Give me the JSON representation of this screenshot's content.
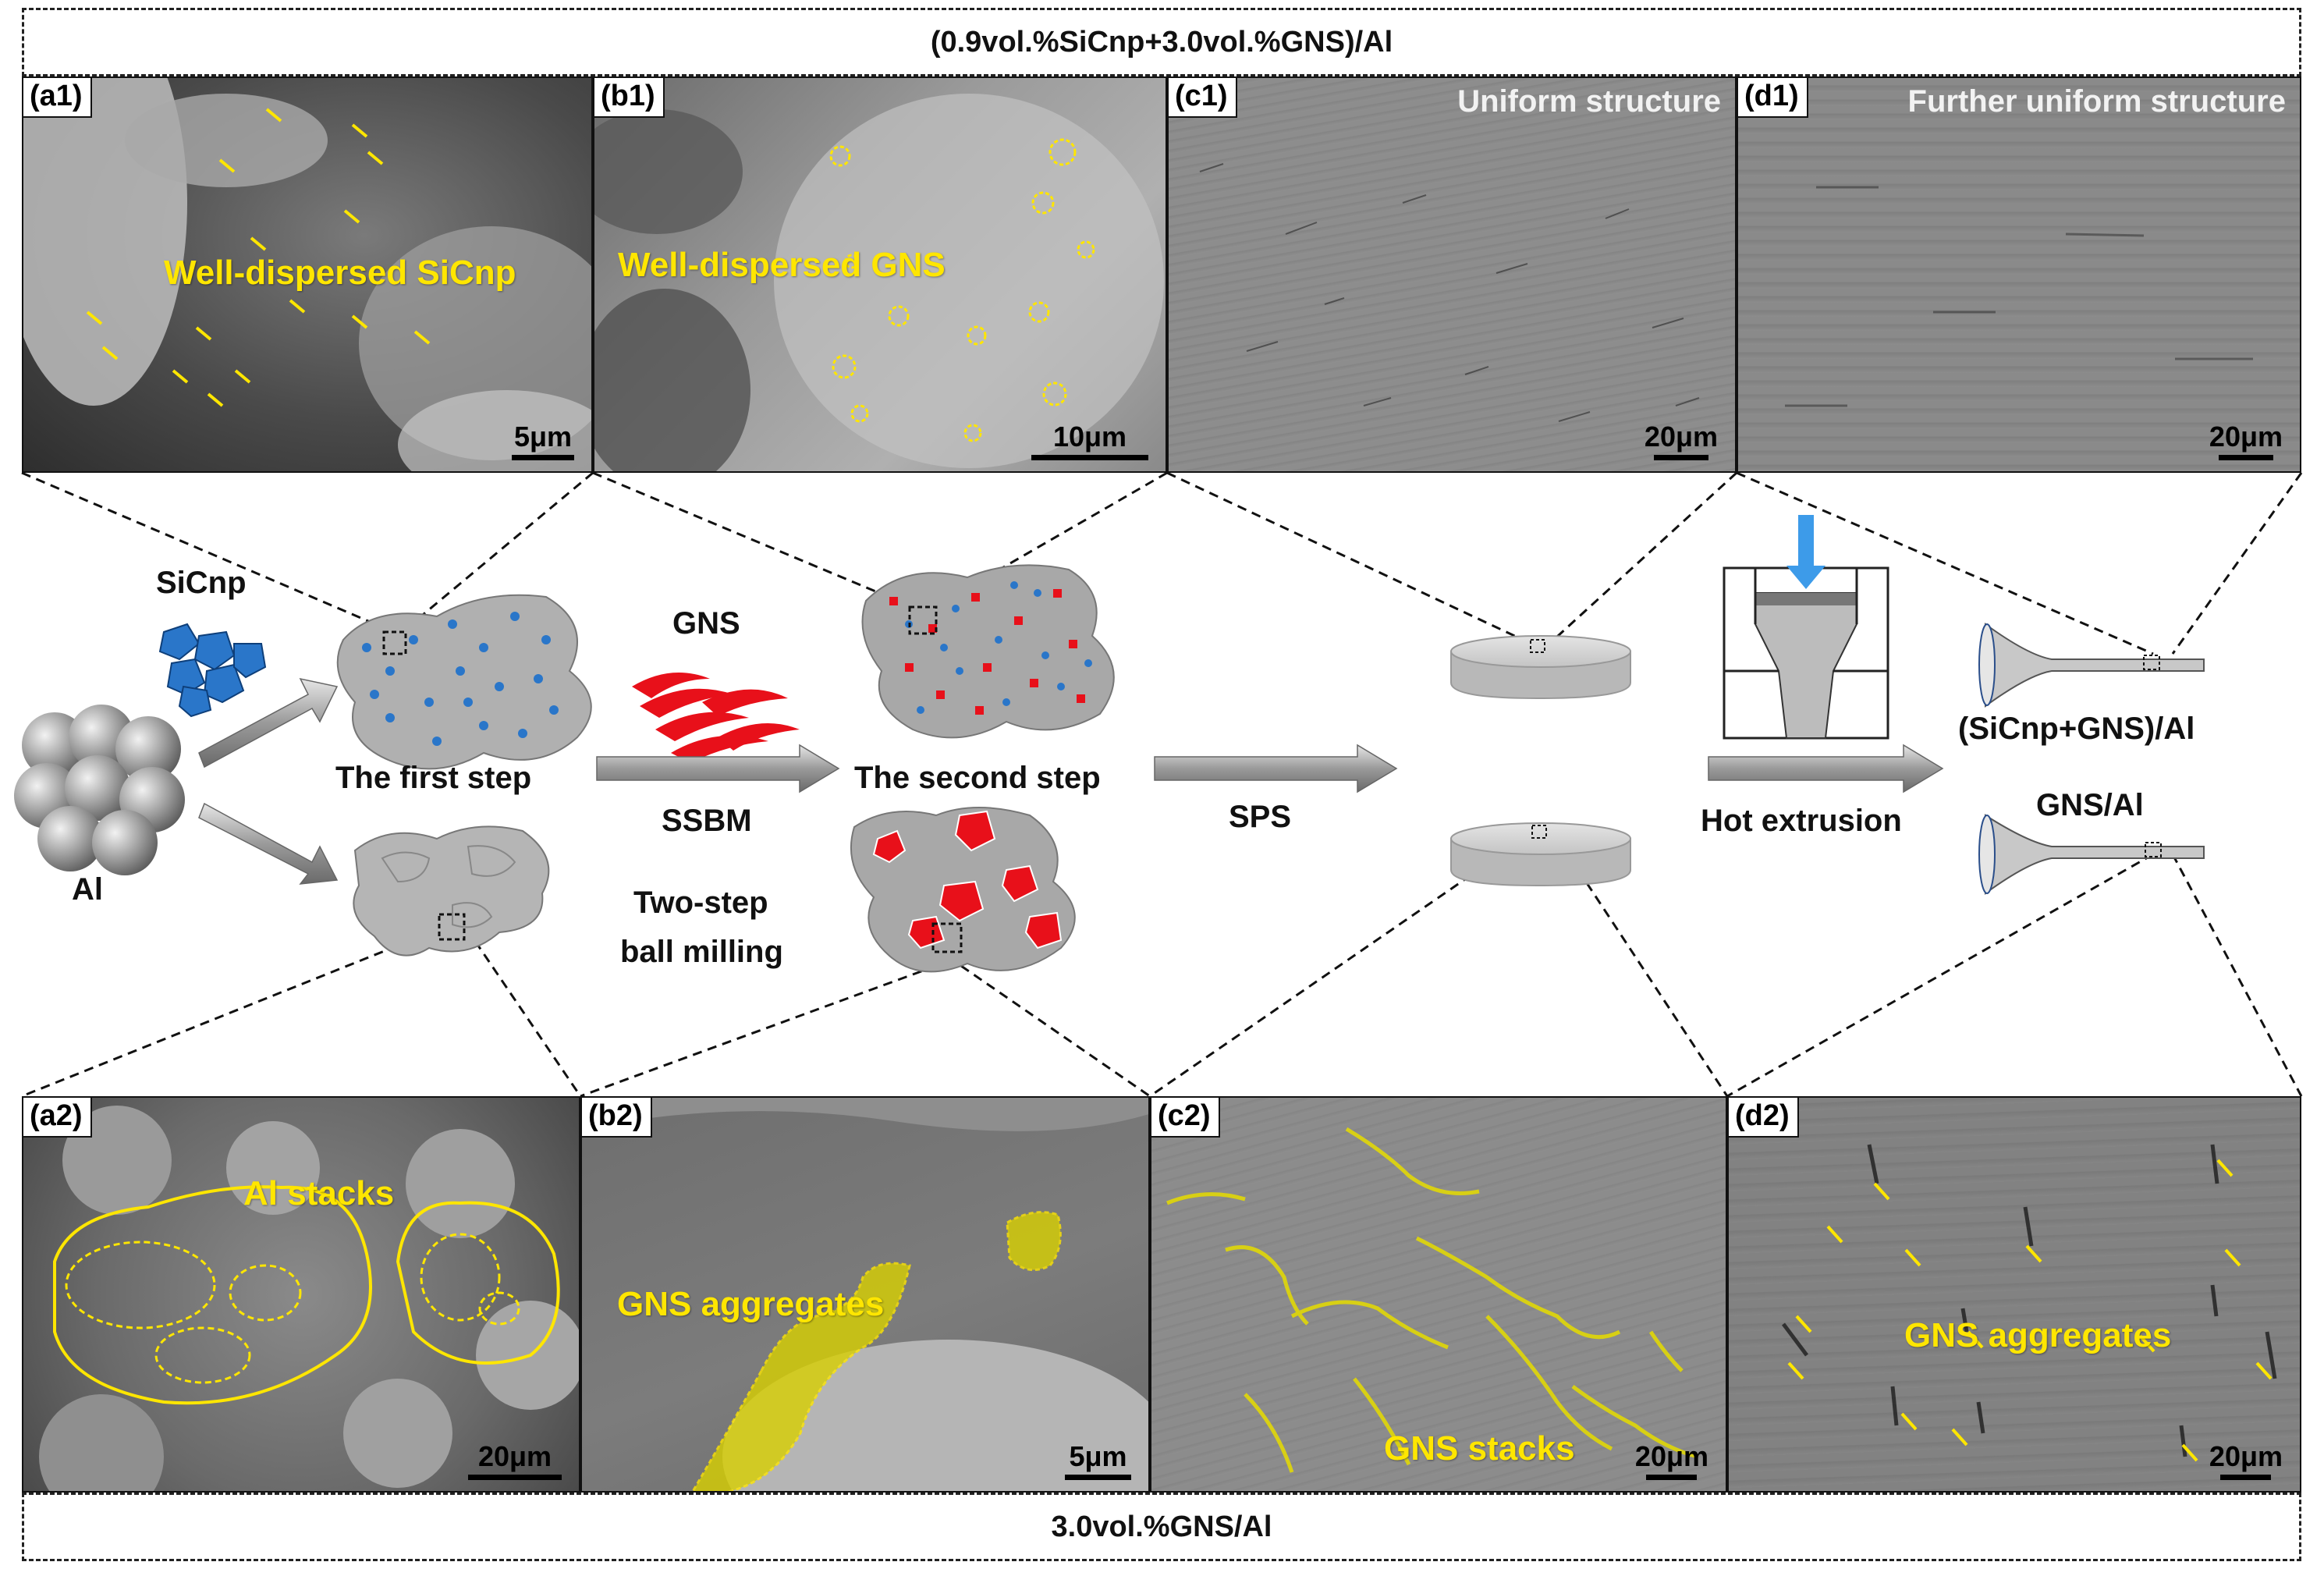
{
  "top_banner": "(0.9vol.%SiCnp+3.0vol.%GNS)/Al",
  "bottom_banner": "3.0vol.%GNS/Al",
  "panels_top": [
    {
      "label": "(a1)",
      "title": "",
      "note": "Well-dispersed SiCnp",
      "scale": "5μm"
    },
    {
      "label": "(b1)",
      "title": "",
      "note": "Well-dispersed GNS",
      "scale": "10μm"
    },
    {
      "label": "(c1)",
      "title": "Uniform structure",
      "note": "",
      "scale": "20μm"
    },
    {
      "label": "(d1)",
      "title": "Further uniform structure",
      "note": "",
      "scale": "20μm"
    }
  ],
  "panels_bottom": [
    {
      "label": "(a2)",
      "note": "Al stacks",
      "scale": "20μm"
    },
    {
      "label": "(b2)",
      "note": "GNS aggregates",
      "scale": "5μm"
    },
    {
      "label": "(c2)",
      "note": "GNS stacks",
      "scale": "20μm"
    },
    {
      "label": "(d2)",
      "note": "GNS aggregates",
      "scale": "20μm"
    }
  ],
  "process": {
    "sicnp": "SiCnp",
    "al": "Al",
    "gns": "GNS",
    "first_step": "The first step",
    "second_step": "The second step",
    "ssbm": "SSBM",
    "two_step": "Two-step",
    "ball_milling": "ball milling",
    "sps": "SPS",
    "hot_extrusion": "Hot extrusion",
    "product_top": "(SiCnp+GNS)/Al",
    "product_bottom": "GNS/Al"
  },
  "colors": {
    "accent_yellow": "#ffe600",
    "sicnp_blue": "#2a76c9",
    "gns_red": "#e8101a",
    "press_arrow_blue": "#3d9be9"
  }
}
